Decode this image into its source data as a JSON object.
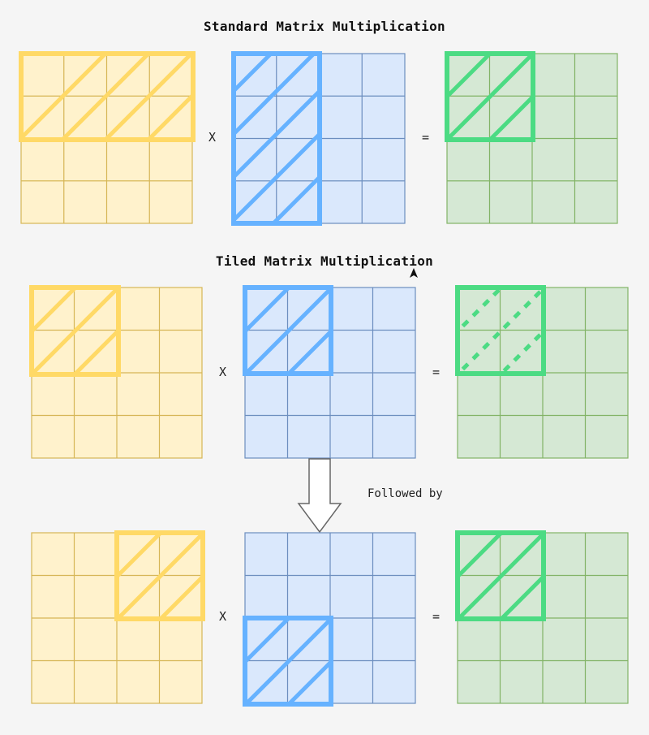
{
  "titles": {
    "standard": "Standard Matrix Multiplication",
    "tiled": "Tiled Matrix Multiplication"
  },
  "operators": {
    "multiply": "X",
    "equals": "="
  },
  "note": "Followed by",
  "colors": {
    "background": "#f5f5f5",
    "a_fill": "#fff2cc",
    "a_grid": "#d6b656",
    "a_highlight": "#ffd966",
    "b_fill": "#dae8fc",
    "b_grid": "#6c8ebf",
    "b_highlight": "#66b2ff",
    "c_fill": "#d5e8d4",
    "c_grid": "#82b366",
    "c_highlight": "#4cdb83",
    "arrow": "#666666"
  },
  "matrix_size": "4x4",
  "icons": [
    "down-arrow-icon",
    "cursor-icon"
  ]
}
